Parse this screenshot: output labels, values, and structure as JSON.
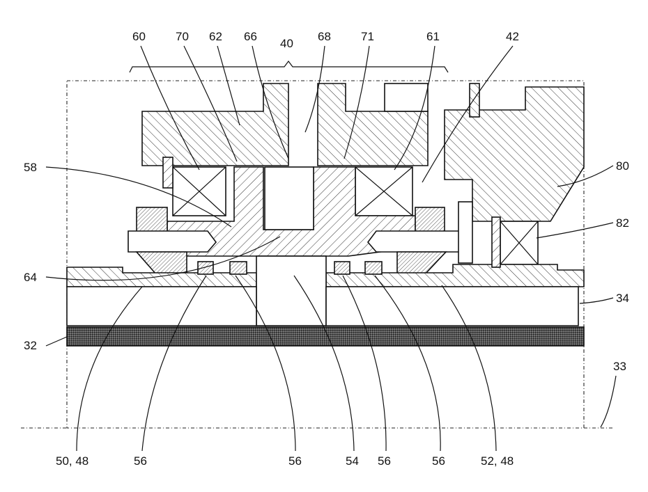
{
  "figure": {
    "labels": {
      "l60": "60",
      "l70": "70",
      "l62": "62",
      "l66": "66",
      "l40": "40",
      "l68": "68",
      "l71": "71",
      "l61": "61",
      "l42": "42",
      "l58": "58",
      "l64": "64",
      "l80": "80",
      "l82": "82",
      "l34": "34",
      "l32": "32",
      "l33": "33",
      "l5048": "50, 48",
      "l56a": "56",
      "l56b": "56",
      "l54": "54",
      "l56c": "56",
      "l56d": "56",
      "l5248": "52, 48"
    }
  }
}
